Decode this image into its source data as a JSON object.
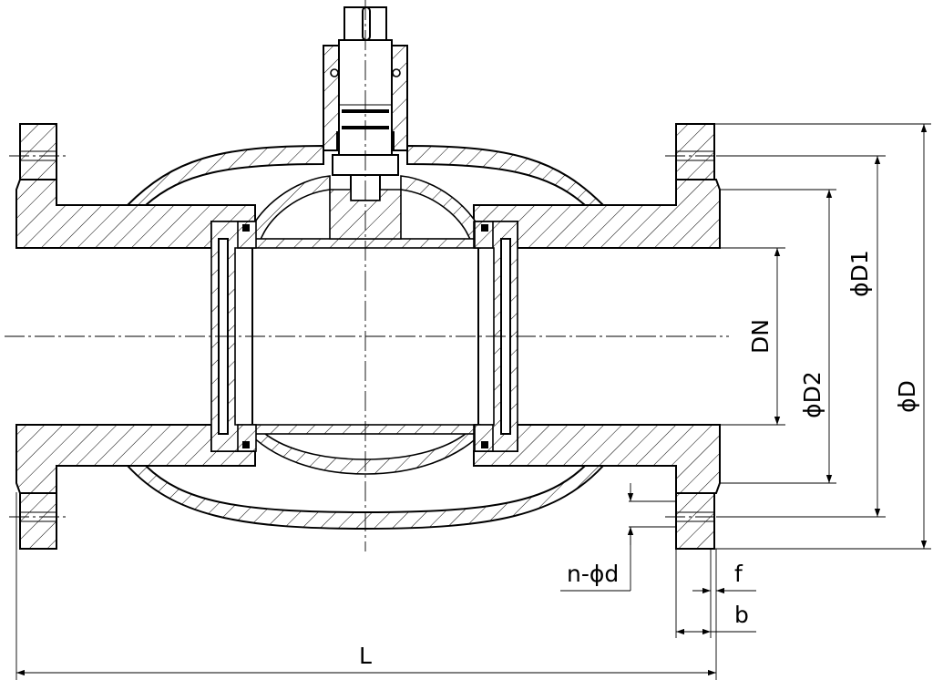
{
  "labels": {
    "dn": "DN",
    "d1": "ϕD1",
    "d2": "ϕD2",
    "d": "ϕD",
    "nd": "n-ϕd",
    "f": "f",
    "b": "b",
    "l": "L"
  }
}
